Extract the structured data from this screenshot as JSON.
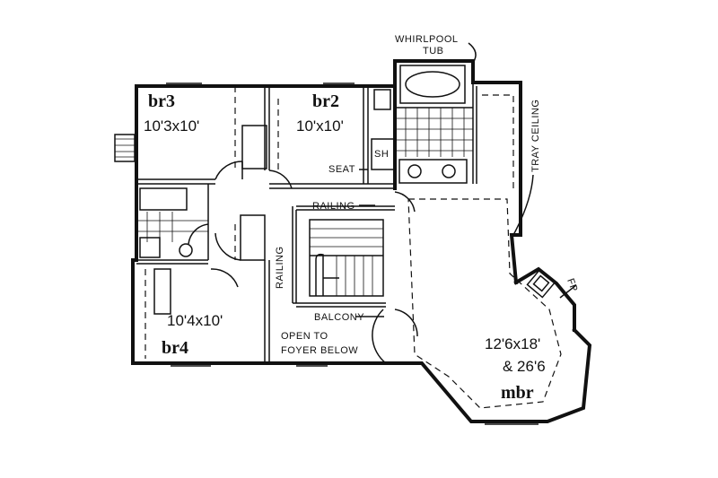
{
  "rooms": {
    "br3": {
      "name": "br3",
      "size": "10'3x10'"
    },
    "br2": {
      "name": "br2",
      "size": "10'x10'"
    },
    "br4": {
      "name": "br4",
      "size": "10'4x10'"
    },
    "mbr": {
      "name": "mbr",
      "size_line1": "12'6x18'",
      "size_line2": "& 26'6"
    }
  },
  "labels": {
    "whirlpool_line1": "WHIRLPOOL",
    "whirlpool_line2": "TUB",
    "shower": "SH",
    "seat": "SEAT",
    "railing_top": "RAILING",
    "railing_side": "RAILING",
    "balcony": "BALCONY",
    "open_line1": "OPEN TO",
    "open_line2": "FOYER BELOW",
    "tray_ceiling": "TRAY CEILING",
    "fireplace": "FP"
  }
}
